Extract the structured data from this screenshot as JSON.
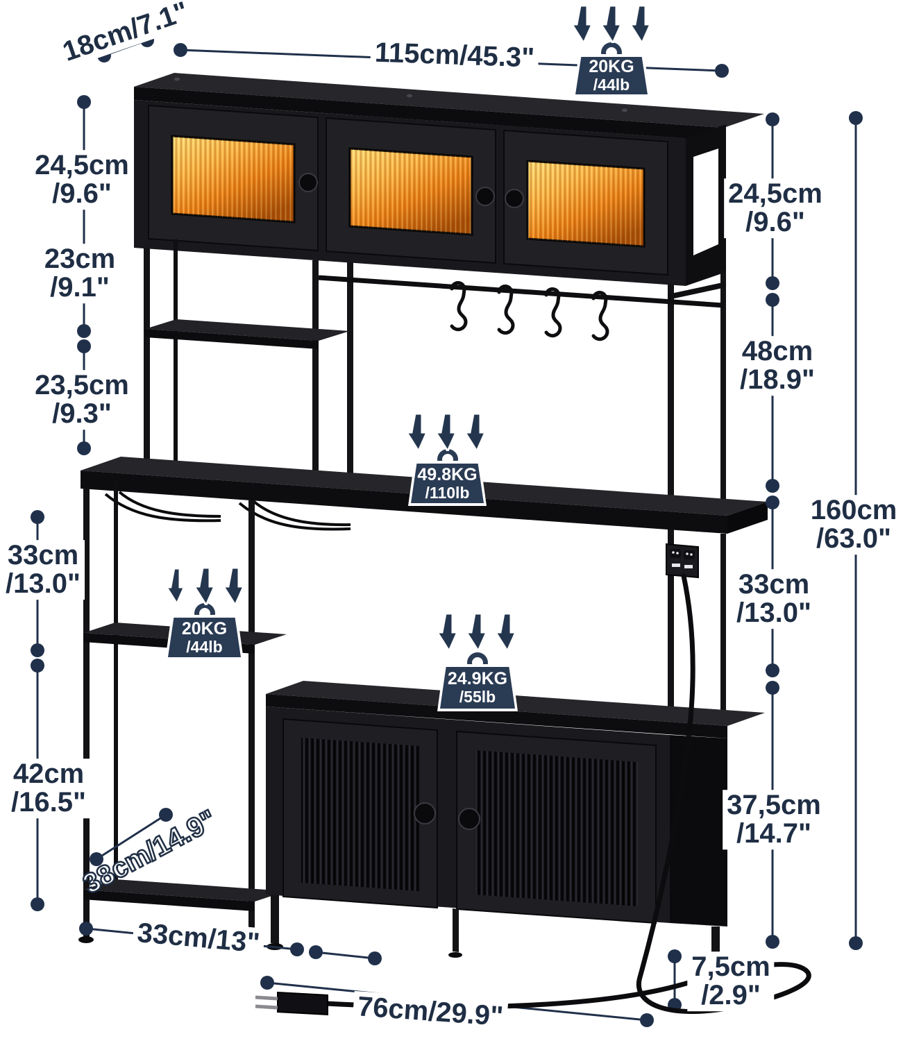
{
  "meta": {
    "title": "Bakers rack with hutch - dimensions diagram"
  },
  "colors": {
    "background": "#ffffff",
    "label_text": "#1f2e44",
    "leader_line": "#20304a",
    "badge_fill": "#2a3b54",
    "badge_text": "#ffffff",
    "furniture_black": "#17171b",
    "glass_amber": "#f09a2e"
  },
  "dims": {
    "depth_top": {
      "text": "18cm/7.1\""
    },
    "width_top": {
      "text": "115cm/45.3\""
    },
    "hutch_left": {
      "l1": "24,5cm",
      "l2": "/9.6\""
    },
    "hutch_right": {
      "l1": "24,5cm",
      "l2": "/9.6\""
    },
    "shelf_gap1": {
      "l1": "23cm",
      "l2": "/9.1\""
    },
    "shelf_gap2": {
      "l1": "23,5cm",
      "l2": "/9.3\""
    },
    "hook_area": {
      "l1": "48cm",
      "l2": "/18.9\""
    },
    "total_height": {
      "l1": "160cm",
      "l2": "/63.0\""
    },
    "under_counter_left": {
      "l1": "33cm",
      "l2": "/13.0\""
    },
    "under_counter_right": {
      "l1": "33cm",
      "l2": "/13.0\""
    },
    "lower_shelf_gap": {
      "l1": "42cm",
      "l2": "/16.5\""
    },
    "shelf_depth": {
      "text": "38cm/14.9\""
    },
    "cabinet_height": {
      "l1": "37,5cm",
      "l2": "/14.7\""
    },
    "left_unit_width": {
      "text": "33cm/13\""
    },
    "cabinet_width": {
      "text": "76cm/29.9\""
    },
    "leg_height": {
      "l1": "7,5cm",
      "l2": "/2.9\""
    }
  },
  "weights": {
    "hutch_top": {
      "l1": "20KG",
      "l2": "/44lb"
    },
    "countertop": {
      "l1": "49.8KG",
      "l2": "/110lb"
    },
    "left_shelf": {
      "l1": "20KG",
      "l2": "/44lb"
    },
    "cabinet_top": {
      "l1": "24.9KG",
      "l2": "/55lb"
    }
  }
}
